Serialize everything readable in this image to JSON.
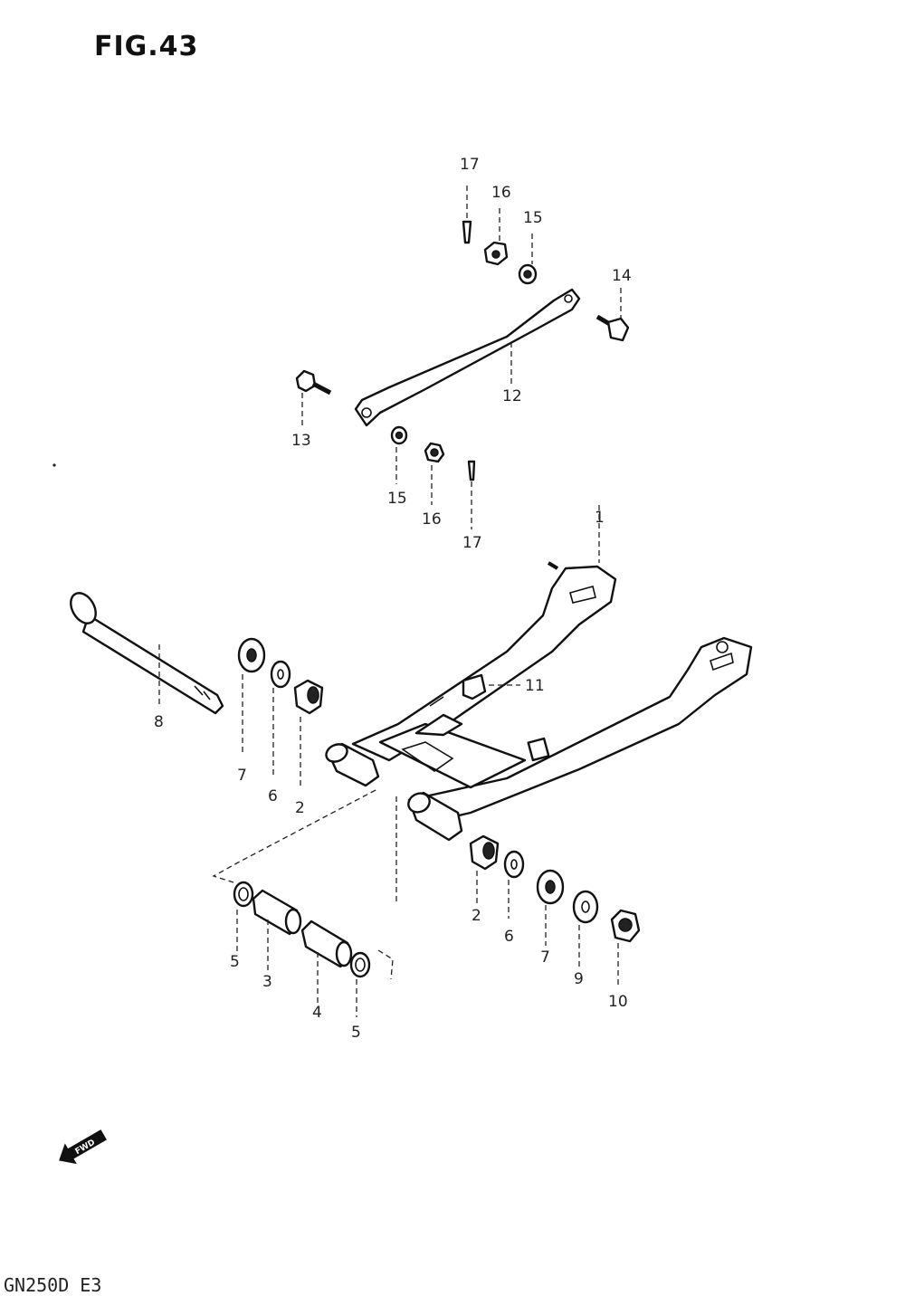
{
  "figure_title": "FIG.43",
  "model_code": "GN250D E3",
  "fwd_label": "FWD",
  "labels": {
    "l1": "1",
    "l2a": "2",
    "l2b": "2",
    "l3": "3",
    "l4": "4",
    "l5a": "5",
    "l5b": "5",
    "l6a": "6",
    "l6b": "6",
    "l7a": "7",
    "l7b": "7",
    "l8": "8",
    "l9": "9",
    "l10": "10",
    "l11": "11",
    "l12": "12",
    "l13": "13",
    "l14": "14",
    "l15a": "15",
    "l15b": "15",
    "l16a": "16",
    "l16b": "16",
    "l17a": "17",
    "l17b": "17"
  }
}
